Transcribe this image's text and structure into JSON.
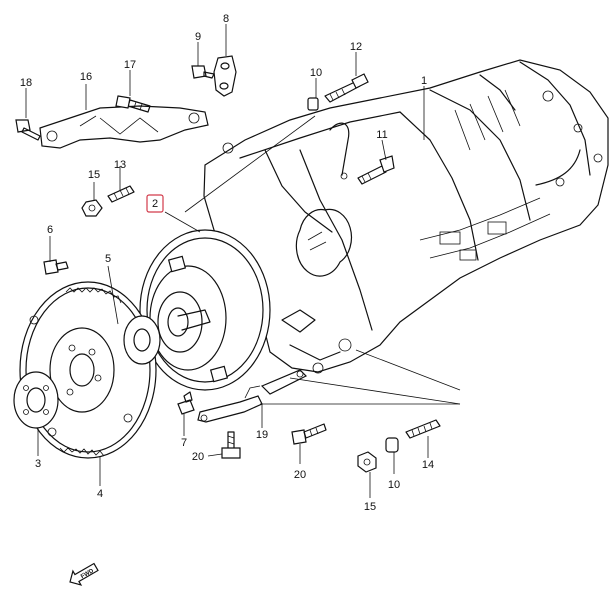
{
  "callouts": {
    "c1": "1",
    "c2": "2",
    "c3": "3",
    "c4": "4",
    "c5": "5",
    "c6": "6",
    "c7": "7",
    "c8": "8",
    "c9": "9",
    "c10a": "10",
    "c10b": "10",
    "c11": "11",
    "c12": "12",
    "c13": "13",
    "c14": "14",
    "c15a": "15",
    "c15b": "15",
    "c16": "16",
    "c17": "17",
    "c18": "18",
    "c19": "19",
    "c20a": "20",
    "c20b": "20"
  },
  "fwd_label": "FWD",
  "colors": {
    "line": "#111111",
    "highlight": "#d23a4a",
    "background": "#ffffff"
  }
}
